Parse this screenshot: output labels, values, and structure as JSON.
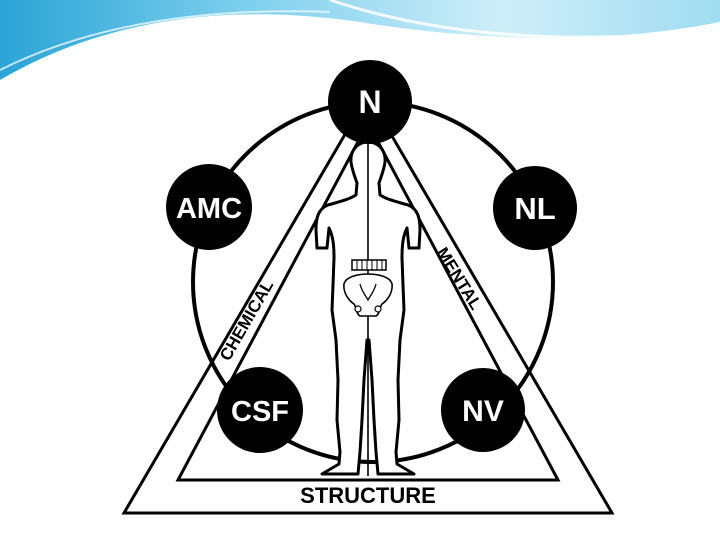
{
  "colors": {
    "ink": "#000000",
    "background": "#ffffff",
    "banner_light": "#cfeef9",
    "banner_mid": "#7fd0ee",
    "banner_dark": "#2aa4d6"
  },
  "nodes": {
    "top": "N",
    "upper_left": "AMC",
    "upper_right": "NL",
    "lower_left": "CSF",
    "lower_right": "NV"
  },
  "sides": {
    "left": "CHEMICAL",
    "right": "MENTAL",
    "bottom": "STRUCTURE"
  },
  "figure_icon": "human-body-with-spine-and-pelvis-icon"
}
